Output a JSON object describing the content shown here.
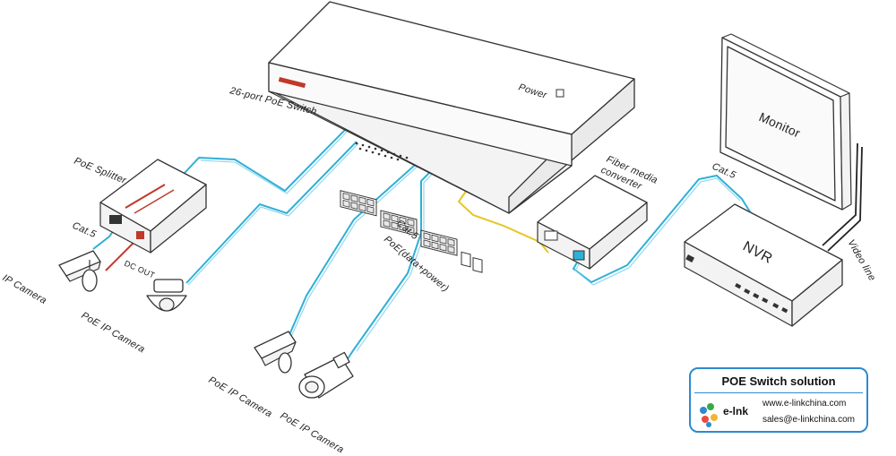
{
  "labels": {
    "switch": "26-port PoE Switch",
    "power": "Power",
    "poe_splitter": "PoE Splitter",
    "cat5_left": "Cat.5",
    "dc_out": "DC OUT",
    "ip_camera": "IP Camera",
    "poe_ip_camera_left": "PoE IP Camera",
    "cat5_middle": "Cat.5",
    "poe_data_power": "PoE(data+power)",
    "poe_ip_camera_a": "PoE IP Camera",
    "poe_ip_camera_b": "PoE IP Camera",
    "fiber_converter_line1": "Fiber media",
    "fiber_converter_line2": "converter",
    "cat5_right": "Cat.5",
    "monitor": "Monitor",
    "nvr": "NVR",
    "video_line": "Video line"
  },
  "logo": {
    "title": "POE Switch solution",
    "brand": "e-lnk",
    "website": "www.e-linkchina.com",
    "email": "sales@e-linkchina.com"
  },
  "colors": {
    "cat5_cable": "#2fb0d6",
    "fiber_cable": "#e6c629",
    "power_cable": "#c0392b",
    "logo_border": "#2e8ad0"
  }
}
